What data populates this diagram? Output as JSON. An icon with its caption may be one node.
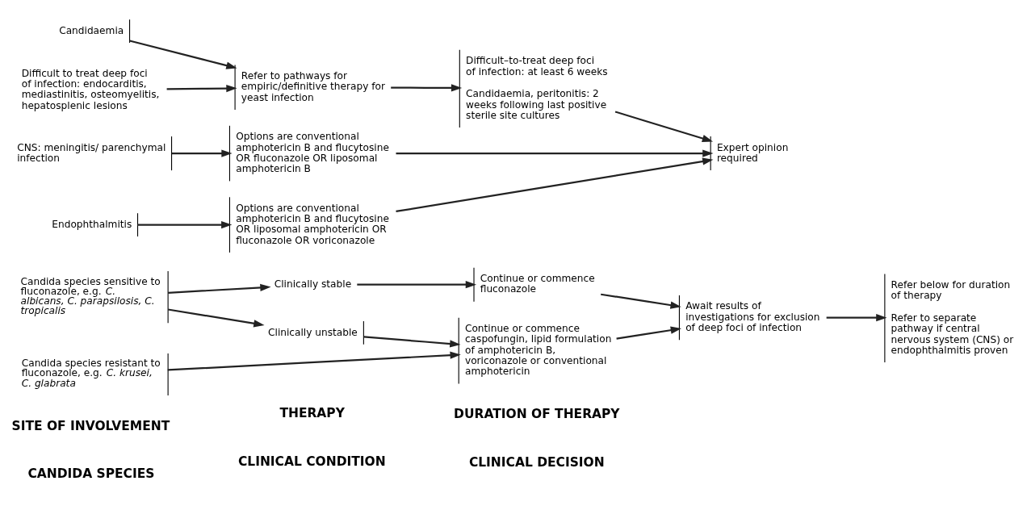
{
  "diagram": {
    "nodes": [
      {
        "text": [
          "Candida species sensitive to fluconazole, e.g. *C. albicans, C. parapsilosis, C. tropicalis*"
        ]
      },
      {
        "text": [
          "Candida species resistant to fluconazole, e.g. *C. krusei, C. glabrata*"
        ]
      },
      {
        "text": [
          "Clinically stable"
        ]
      },
      {
        "text": [
          "Clinically unstable"
        ]
      },
      {
        "text": [
          "Continue or commence fluconazole"
        ]
      },
      {
        "text": [
          "Continue or commence caspofungin, lipid formulation of amphotericin B, voriconazole or conventional amphotericin"
        ]
      },
      {
        "text": [
          "Await results of investigations for exclusion of deep foci of infection"
        ]
      },
      {
        "text": [
          "Refer below for duration of therapy",
          "Refer to separate pathway if central nervous system (CNS) or endophthalmitis proven"
        ]
      },
      {
        "text": [
          "Candidaemia"
        ]
      },
      {
        "text": [
          "Difficult to treat deep foci of infection: endocarditis, mediastinitis, osteomyelitis, hepatosplenic lesions"
        ]
      },
      {
        "text": [
          "CNS: meningitis/ parenchymal infection"
        ]
      },
      {
        "text": [
          "Endophthalmitis"
        ]
      },
      {
        "text": [
          "Refer to pathways for empiric/definitive therapy for yeast infection"
        ]
      },
      {
        "text": [
          "Options are conventional amphotericin B and flucytosine OR fluconazole OR liposomal amphotericin B"
        ]
      },
      {
        "text": [
          "Options are conventional amphotericin B and flucytosine OR liposomal amphotericin OR fluconazole OR voriconazole"
        ]
      },
      {
        "text": [
          "Difficult–to-treat deep foci of infection: at least 6 weeks",
          "Candidaemia, peritonitis: 2 weeks following last positive sterile site cultures"
        ]
      },
      {
        "text": [
          "Expert opinion required"
        ]
      }
    ],
    "edges": [
      {
        "from": 0,
        "to": 2,
        "arrow": "to"
      },
      {
        "from": 0,
        "to": 3,
        "arrow": "to"
      },
      {
        "from": 2,
        "to": 4,
        "arrow": "to"
      },
      {
        "from": 3,
        "to": 5,
        "arrow": "to"
      },
      {
        "from": 1,
        "to": 5,
        "arrow": "to"
      },
      {
        "from": 4,
        "to": 6,
        "arrow": "to"
      },
      {
        "from": 5,
        "to": 6,
        "arrow": "to"
      },
      {
        "from": 6,
        "to": 7,
        "arrow": "to"
      },
      {
        "from": 8,
        "to": 12,
        "arrow": "to"
      },
      {
        "from": 9,
        "to": 12,
        "arrow": "to"
      },
      {
        "from": 10,
        "to": 13,
        "arrow": "to"
      },
      {
        "from": 11,
        "to": 14,
        "arrow": "to"
      },
      {
        "from": 12,
        "to": 15,
        "arrow": "to"
      },
      {
        "from": 15,
        "to": 16,
        "arrow": "to"
      },
      {
        "from": 13,
        "to": 16,
        "arrow": "to"
      },
      {
        "from": 14,
        "to": 16,
        "arrow": "to"
      }
    ],
    "labels": [
      "CANDIDA SPECIES",
      "CLINICAL CONDITION",
      "CLINICAL DECISION",
      "SITE OF INVOLVEMENT",
      "THERAPY",
      "DURATION OF THERAPY"
    ]
  }
}
